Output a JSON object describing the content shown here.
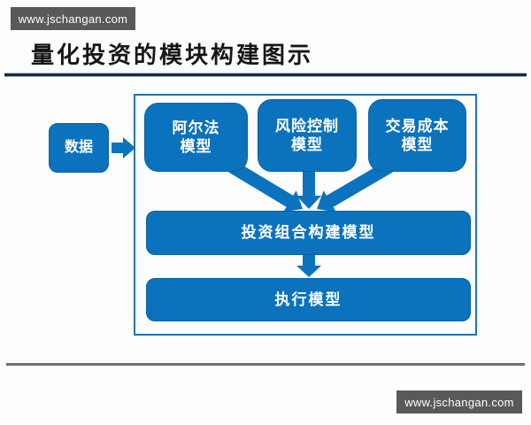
{
  "watermark": {
    "text": "www.jschangan.com"
  },
  "header": {
    "title": "量化投资的模块构建图示"
  },
  "diagram": {
    "data_box": {
      "label": "数据"
    },
    "top_boxes": [
      {
        "line1": "阿尔法",
        "line2": "模型"
      },
      {
        "line1": "风险控制",
        "line2": "模型"
      },
      {
        "line1": "交易成本",
        "line2": "模型"
      }
    ],
    "portfolio_box": {
      "label": "投资组合构建模型"
    },
    "execution_box": {
      "label": "执行模型"
    }
  },
  "colors": {
    "box_blue": "#0b72be",
    "container_border": "#2472ad",
    "watermark_bg": "#59595b",
    "divider_gray": "#6f6f71",
    "underline_dark": "#1c2a38"
  }
}
